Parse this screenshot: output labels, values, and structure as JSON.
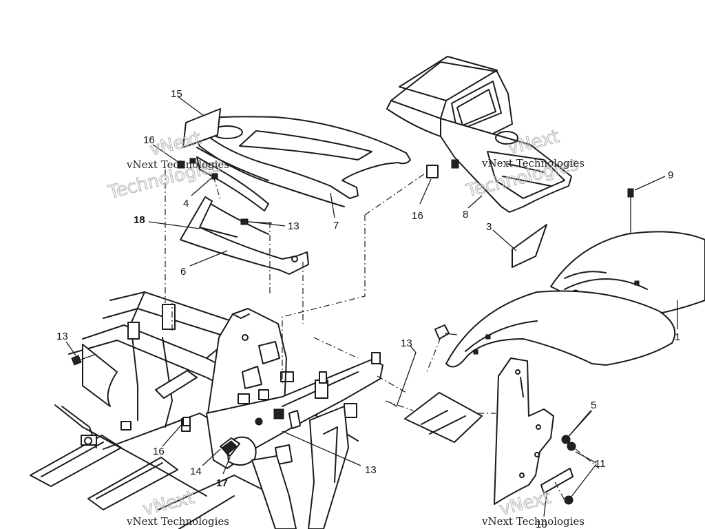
{
  "callouts": [
    {
      "id": "15",
      "bold": false
    },
    {
      "id": "16a",
      "label": "16",
      "bold": false
    },
    {
      "id": "4",
      "bold": false
    },
    {
      "id": "18",
      "bold": true
    },
    {
      "id": "13a",
      "label": "13",
      "bold": false
    },
    {
      "id": "7",
      "bold": false
    },
    {
      "id": "6",
      "bold": false
    },
    {
      "id": "16b",
      "label": "16",
      "bold": false
    },
    {
      "id": "8",
      "bold": false
    },
    {
      "id": "3",
      "bold": false
    },
    {
      "id": "9",
      "bold": false
    },
    {
      "id": "1",
      "bold": false
    },
    {
      "id": "13b",
      "label": "13",
      "bold": false
    },
    {
      "id": "13c",
      "label": "13",
      "bold": false
    },
    {
      "id": "16c",
      "label": "16",
      "bold": false
    },
    {
      "id": "14",
      "bold": false
    },
    {
      "id": "17",
      "bold": true
    },
    {
      "id": "13d",
      "label": "13",
      "bold": false
    },
    {
      "id": "5",
      "bold": false
    },
    {
      "id": "11",
      "bold": false
    },
    {
      "id": "10",
      "bold": false
    }
  ],
  "watermark": {
    "company_line": "vNext Technologies",
    "outline_word_1": "vNext",
    "outline_word_2": "Technologies"
  }
}
